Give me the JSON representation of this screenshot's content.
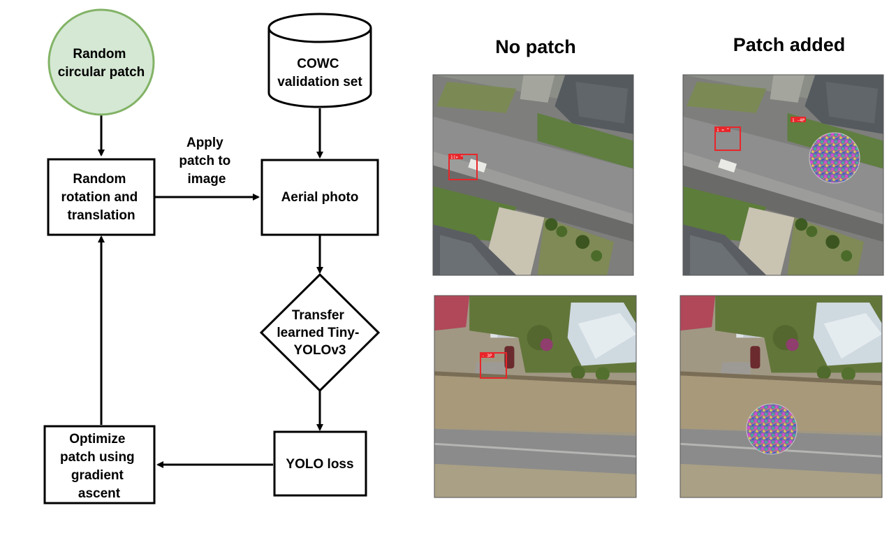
{
  "nodes": {
    "patch": {
      "lines": [
        "Random",
        "circular patch"
      ]
    },
    "cowc": {
      "lines": [
        "COWC",
        "validation set"
      ]
    },
    "rotation": {
      "lines": [
        "Random",
        "rotation and",
        "translation"
      ]
    },
    "aerial": {
      "lines": [
        "Aerial photo"
      ]
    },
    "yolo_model": {
      "lines": [
        "Transfer",
        "learned Tiny-",
        "YOLOv3"
      ]
    },
    "yolo_loss": {
      "lines": [
        "YOLO loss"
      ]
    },
    "optimize": {
      "lines": [
        "Optimize",
        "patch using",
        "gradient",
        "ascent"
      ]
    }
  },
  "edges": {
    "apply_label": [
      "Apply",
      "patch to",
      "image"
    ]
  },
  "panels": {
    "no_patch_header": "No patch",
    "patch_added_header": "Patch added"
  },
  "colors": {
    "patch_fill": "#d5e8d4",
    "patch_stroke": "#82b366",
    "detection_box": "#e8262a",
    "road": "#8b8b8b",
    "grass": "#6f8f45",
    "dry_grass": "#a69a7c"
  },
  "detections": {
    "top_no_patch": "1(> ^",
    "top_patch_1": "1 = ^",
    "top_patch_2": "1 -4P",
    "bottom_no_patch": "- 3P"
  }
}
